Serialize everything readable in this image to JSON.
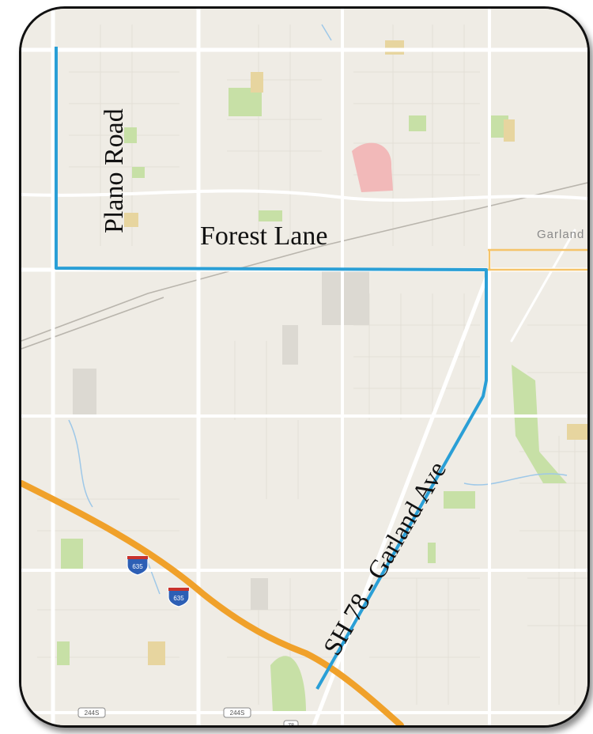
{
  "map": {
    "labels": {
      "plano_road": "Plano Road",
      "forest_lane": "Forest Lane",
      "garland_ave": "SH 78 - Garland Ave",
      "garland_city": "Garland"
    },
    "shields": {
      "i635_a": "635",
      "i635_b": "635",
      "sh244_a": "244S",
      "sh244_b": "244S",
      "sh78": "78"
    },
    "colors": {
      "route": "#2a9fd6",
      "highway": "#f0a12a",
      "base": "#efece5",
      "road": "#ffffff",
      "park": "#c7e0a6",
      "hospital": "#f2b9b9",
      "water": "#9ec8e8"
    },
    "icons": [
      "route-line",
      "interstate-shield",
      "state-highway-shield"
    ]
  }
}
